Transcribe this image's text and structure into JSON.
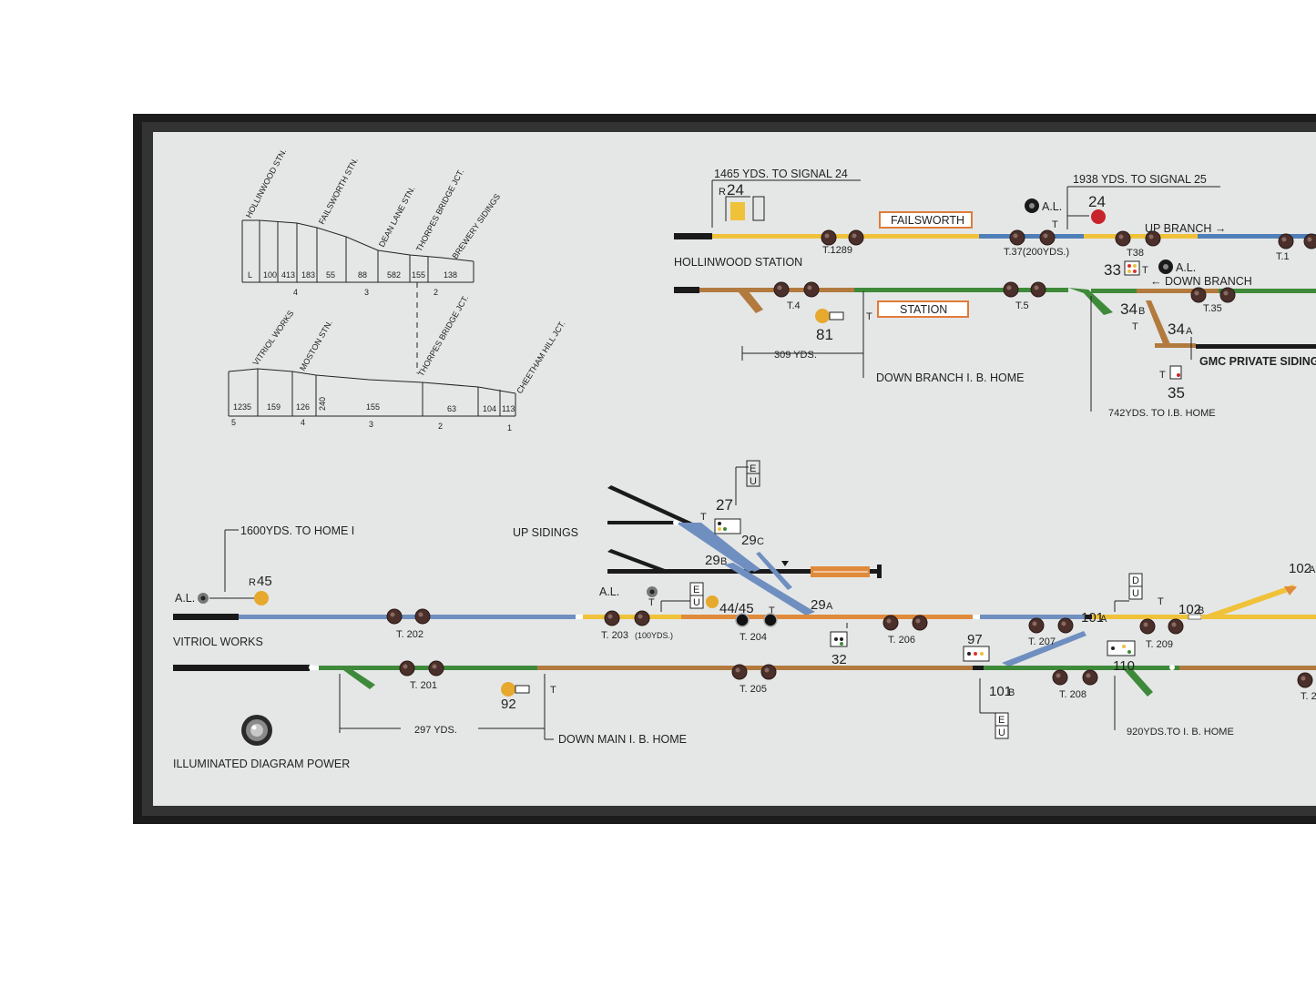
{
  "gradient_profiles": {
    "top": {
      "stations": [
        "HOLLINWOOD STN.",
        "FAILSWORTH STN.",
        "DEAN LANE STN.",
        "THORPES BRIDGE JCT.",
        "BREWERY SIDINGS"
      ],
      "segments": [
        "L",
        "100",
        "413",
        "183",
        "55",
        "88",
        "582",
        "155",
        "138"
      ],
      "marks": [
        "4",
        "3",
        "2"
      ]
    },
    "bottom": {
      "stations": [
        "VITRIOL WORKS",
        "MOSTON STN.",
        "THORPES BRIDGE JCT.",
        "CHEETHAM HILL JCT."
      ],
      "segments": [
        "1235",
        "159",
        "126",
        "240",
        "155",
        "63",
        "104",
        "113"
      ],
      "marks": [
        "5",
        "4",
        "3",
        "2",
        "1"
      ]
    }
  },
  "branch": {
    "dist_signal_24": "1465 YDS. TO SIGNAL 24",
    "r24_prefix": "R",
    "r24": "24",
    "dist_signal_25": "1938 YDS. TO SIGNAL 25",
    "al": "A.L.",
    "signal_24": "24",
    "failsworth": "FAILSWORTH",
    "up_branch": "UP BRANCH →",
    "hollinwood": "HOLLINWOOD STATION",
    "station": "STATION",
    "down_branch": "← DOWN BRANCH",
    "t1289": "T.1289",
    "t37": "T.37(200YDS.)",
    "t38": "T38",
    "t1": "T.1",
    "t4": "T.4",
    "t5": "T.5",
    "t35": "T.35",
    "s33": "33",
    "s34b": "34",
    "s34b_sub": "B",
    "s34a": "34",
    "s34a_sub": "A",
    "s35": "35",
    "s81": "81",
    "t_label": "T",
    "yds309": "309 YDS.",
    "down_branch_home": "DOWN BRANCH I. B. HOME",
    "gmc": "GMC PRIVATE SIDING",
    "yds742": "742YDS. TO I.B. HOME"
  },
  "main": {
    "home1": "1600YDS. TO HOME I",
    "up_sidings": "UP SIDINGS",
    "eu": [
      "E",
      "U"
    ],
    "du": [
      "D",
      "U"
    ],
    "s27": "27",
    "s29c": "29",
    "s29c_sub": "C",
    "s29b": "29",
    "s29b_sub": "B",
    "s29a": "29",
    "s29a_sub": "A",
    "r45_prefix": "R",
    "r45": "45",
    "al": "A.L.",
    "vitriol": "VITRIOL WORKS",
    "s4445": "44/45",
    "s32": "32",
    "s101a": "101",
    "s101a_sub": "A",
    "s101b": "101",
    "s101b_sub": "B",
    "s102b": "102",
    "s102b_sub": "B",
    "s102a": "102",
    "s102a_sub": "A",
    "s97": "97",
    "s110": "110",
    "s92": "92",
    "t202": "T. 202",
    "t203": "T. 203",
    "t203_note": "(100YDS.)",
    "t204": "T. 204",
    "t206": "T. 206",
    "t207": "T. 207",
    "t209": "T. 209",
    "t201": "T. 201",
    "t205": "T. 205",
    "t208": "T. 208",
    "t2": "T. 2",
    "yds297": "297 YDS.",
    "down_main_home": "DOWN MAIN  I. B. HOME",
    "yds920": "920YDS.TO I. B. HOME",
    "power": "ILLUMINATED DIAGRAM POWER"
  },
  "colors": {
    "frame": "#1c1c1c",
    "panel": "#e5e7e6",
    "yellow": "#f0c23a",
    "blue": "#4f7fb8",
    "green": "#3f8a3a",
    "orange": "#e08a3c",
    "brown": "#b27a3e",
    "steelblue": "#6f8fc0",
    "black": "#1a1a1a",
    "red_signal": "#c8242b",
    "amber_signal": "#e6a92d",
    "stud": "#4a2f2a"
  }
}
